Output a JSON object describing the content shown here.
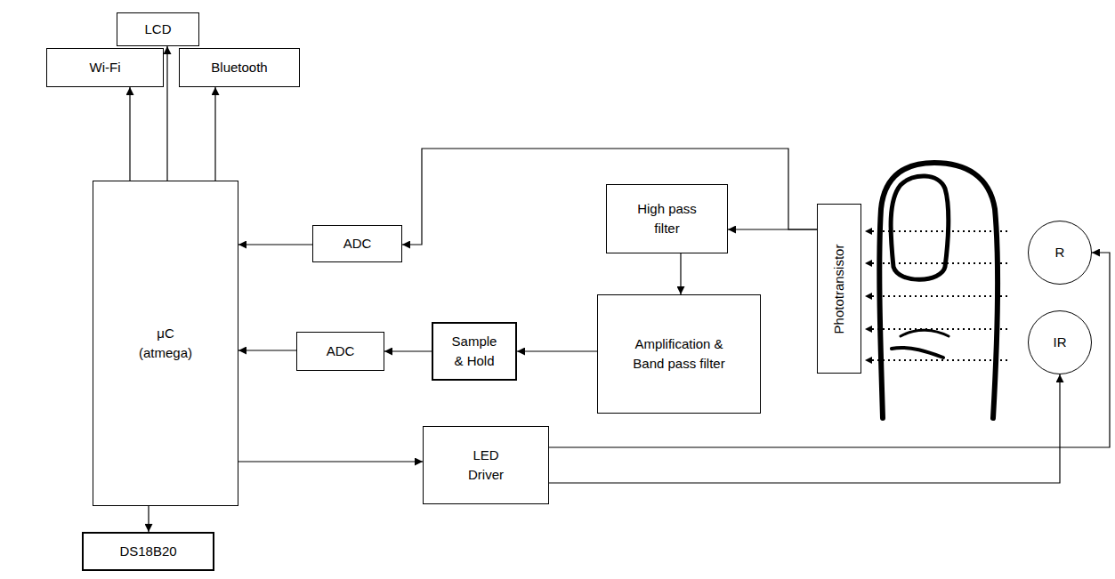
{
  "diagram": {
    "nodes": [
      {
        "text": [
          "LCD"
        ]
      },
      {
        "text": [
          "Wi-Fi"
        ]
      },
      {
        "text": [
          "Bluetooth"
        ]
      },
      {
        "text": [
          "μC (atmega)"
        ]
      },
      {
        "text": [
          "High pass filter"
        ]
      },
      {
        "text": [
          "ADC"
        ]
      },
      {
        "text": [
          "Phototransistor"
        ]
      },
      {
        "text": [
          "R"
        ]
      },
      {
        "text": [
          "IR"
        ]
      },
      {
        "text": [
          "ADC"
        ]
      },
      {
        "text": [
          "Sample & Hold"
        ]
      },
      {
        "text": [
          "Amplification & Band pass filter"
        ]
      },
      {
        "text": [
          "LED Driver"
        ]
      },
      {
        "text": [
          "DS18B20"
        ]
      }
    ],
    "edges": [
      {
        "from": 3,
        "to": 1,
        "arrow": "to"
      },
      {
        "from": 3,
        "to": 0,
        "arrow": "to"
      },
      {
        "from": 3,
        "to": 2,
        "arrow": "to"
      },
      {
        "from": 6,
        "to": 4,
        "arrow": "to"
      },
      {
        "from": 6,
        "to": 5,
        "arrow": "to"
      },
      {
        "from": 5,
        "to": 3,
        "arrow": "to"
      },
      {
        "from": 4,
        "to": 11,
        "arrow": "to"
      },
      {
        "from": 11,
        "to": 10,
        "arrow": "to"
      },
      {
        "from": 10,
        "to": 9,
        "arrow": "to"
      },
      {
        "from": 9,
        "to": 3,
        "arrow": "to"
      },
      {
        "from": 3,
        "to": 12,
        "arrow": "to"
      },
      {
        "from": 12,
        "to": 7,
        "arrow": "to"
      },
      {
        "from": 12,
        "to": 8,
        "arrow": "to"
      },
      {
        "from": 3,
        "to": 13,
        "arrow": "to"
      }
    ]
  }
}
